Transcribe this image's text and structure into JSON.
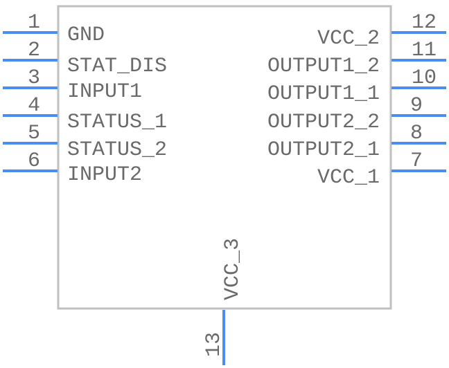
{
  "component": {
    "colors": {
      "body_outline": "#c0c0c0",
      "pin": "#4a8ef0",
      "text": "#6a6a6a"
    },
    "left_pins": [
      {
        "number": "1",
        "name": "GND"
      },
      {
        "number": "2",
        "name": "STAT_DIS"
      },
      {
        "number": "3",
        "name": "INPUT1"
      },
      {
        "number": "4",
        "name": "STATUS_1"
      },
      {
        "number": "5",
        "name": "STATUS_2"
      },
      {
        "number": "6",
        "name": "INPUT2"
      }
    ],
    "right_pins": [
      {
        "number": "12",
        "name": "VCC_2"
      },
      {
        "number": "11",
        "name": "OUTPUT1_2"
      },
      {
        "number": "10",
        "name": "OUTPUT1_1"
      },
      {
        "number": "9",
        "name": "OUTPUT2_2"
      },
      {
        "number": "8",
        "name": "OUTPUT2_1"
      },
      {
        "number": "7",
        "name": "VCC_1"
      }
    ],
    "bottom_pins": [
      {
        "number": "13",
        "name": "VCC_3"
      }
    ]
  }
}
